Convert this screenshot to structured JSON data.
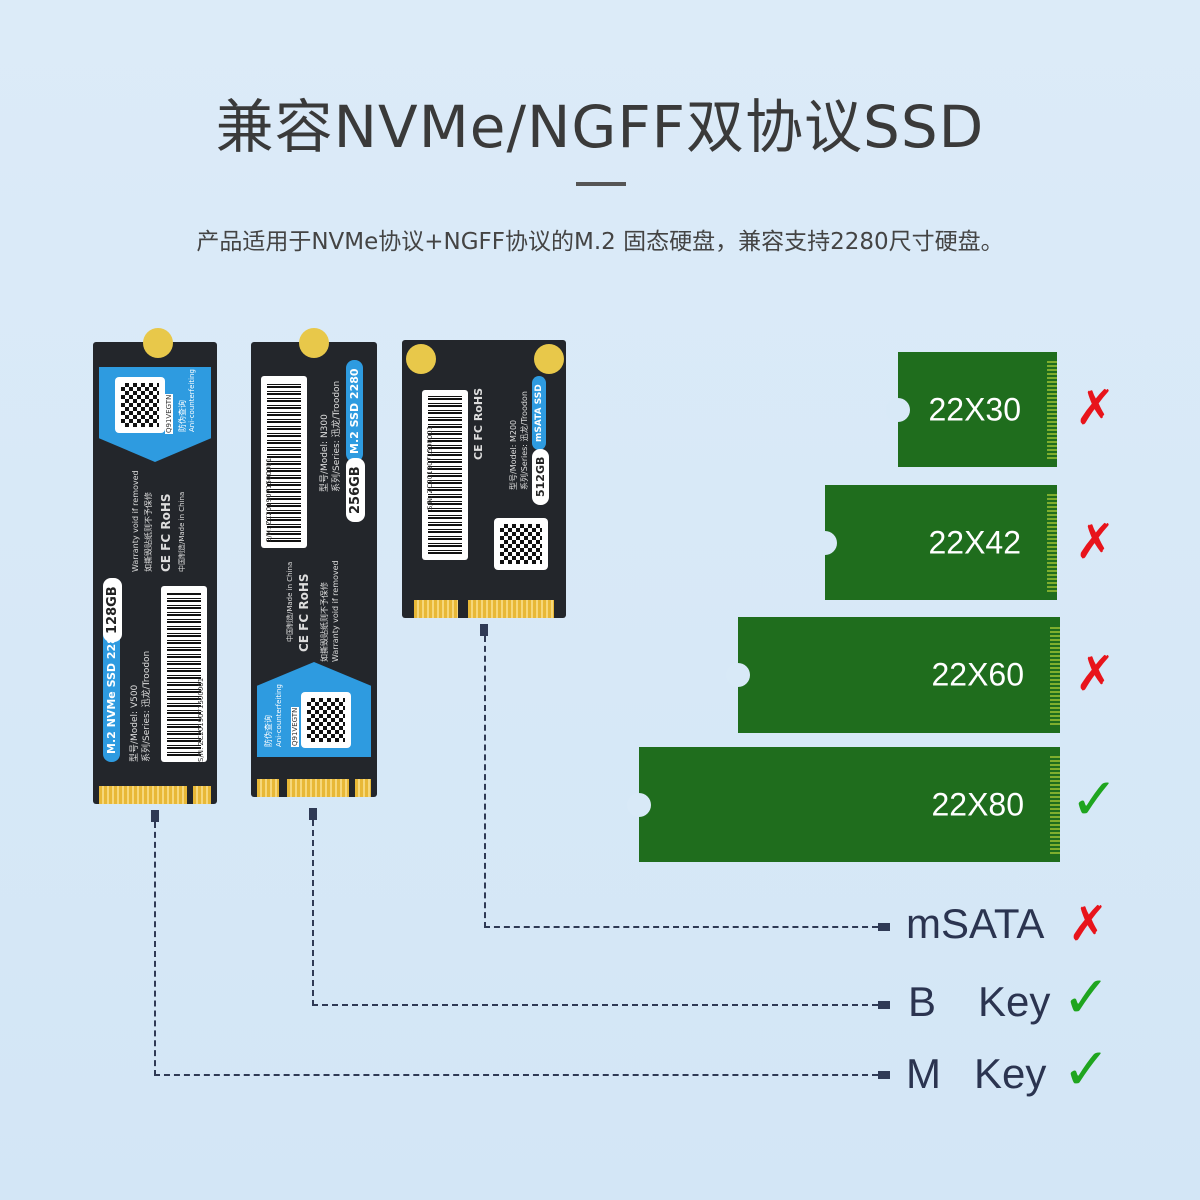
{
  "header": {
    "title": "兼容NVMe/NGFF双协议SSD",
    "subtitle": "产品适用于NVMe协议+NGFF协议的M.2 固态硬盘，兼容支持2280尺寸硬盘。"
  },
  "ssds": [
    {
      "type": "M.2 NVMe SSD 2280",
      "capacity": "128GB",
      "model": "型号/Model: V500",
      "series": "系列/Series: 迅龙/Troodon",
      "sn": "S/N: ZC201907150000​1",
      "warranty": "Warranty void if removed",
      "warranty_cn": "如撕毁贴纸则不予保修",
      "made": "中国制造/Made in China",
      "anti": "防伪查询",
      "anti_en": "Ani-counterfeiting",
      "code": "Q91VEGTN",
      "cert": "CE FC RoHS"
    },
    {
      "type": "M.2 SSD 2280",
      "capacity": "256GB",
      "model": "型号/Model: N300",
      "series": "系列/Series: 迅龙/Troodon",
      "sn": "S/N: ZC2019071500001",
      "warranty": "Warranty void if removed",
      "warranty_cn": "如撕毁贴纸则不予保修",
      "made": "中国制造/Made in China",
      "anti": "防伪查询",
      "anti_en": "Ani-counterfeiting",
      "code": "Q91VEGTN",
      "cert": "CE FC RoHS"
    },
    {
      "type": "mSATA SSD",
      "capacity": "512GB",
      "model": "型号/Model: M200",
      "series": "系列/Series: 迅龙/Troodon",
      "sn": "S/N: ZC2019071500001",
      "cert": "CE FC RoHS"
    }
  ],
  "sizes": [
    {
      "label": "22X30",
      "supported": false
    },
    {
      "label": "22X42",
      "supported": false
    },
    {
      "label": "22X60",
      "supported": false
    },
    {
      "label": "22X80",
      "supported": true
    }
  ],
  "interfaces": [
    {
      "name": "mSATA",
      "key": "",
      "supported": false
    },
    {
      "name": "B",
      "key": "Key",
      "supported": true
    },
    {
      "name": "M",
      "key": "Key",
      "supported": true
    }
  ],
  "marks": {
    "cross": "✗",
    "check": "✓"
  },
  "colors": {
    "card_green": "#1f6d1d",
    "cross": "#e8141b",
    "check": "#1fa51f"
  }
}
